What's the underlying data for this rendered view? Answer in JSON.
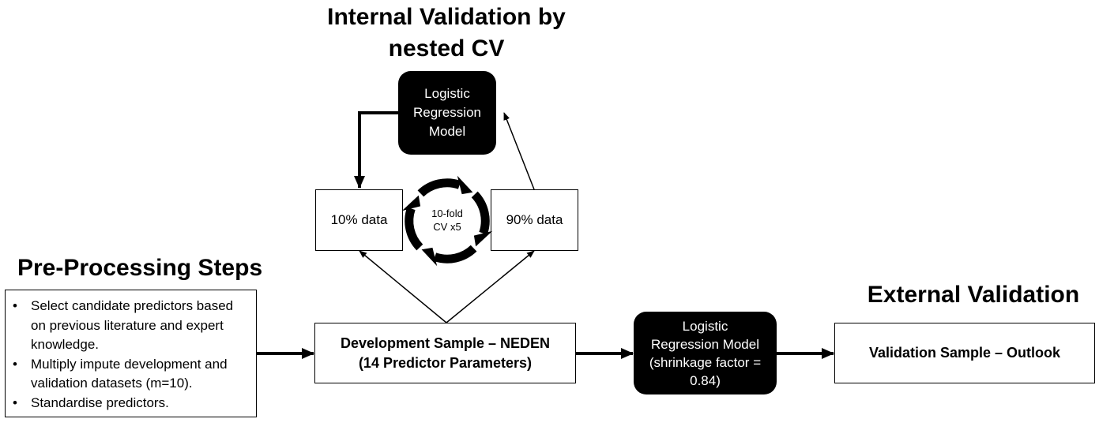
{
  "internal": {
    "title_line1": "Internal Validation by",
    "title_line2": "nested CV",
    "model_lines": [
      "Logistic",
      "Regression",
      "Model"
    ],
    "ten_percent": "10% data",
    "ninety_percent": "90% data",
    "cv_line1": "10-fold",
    "cv_line2": "CV x5"
  },
  "preprocessing": {
    "title": "Pre-Processing Steps",
    "steps": [
      "Select candidate predictors based on previous literature and expert knowledge.",
      "Multiply impute development and validation datasets (m=10).",
      "Standardise predictors."
    ]
  },
  "development": {
    "line1": "Development Sample – NEDEN",
    "line2": "(14 Predictor Parameters)"
  },
  "final_model": {
    "lines": [
      "Logistic",
      "Regression Model",
      "(shrinkage factor =",
      "0.84)"
    ]
  },
  "external": {
    "title": "External Validation",
    "sample": "Validation Sample – Outlook"
  },
  "colors": {
    "box_fill": "#000000",
    "box_text": "#ffffff",
    "line": "#000000"
  }
}
